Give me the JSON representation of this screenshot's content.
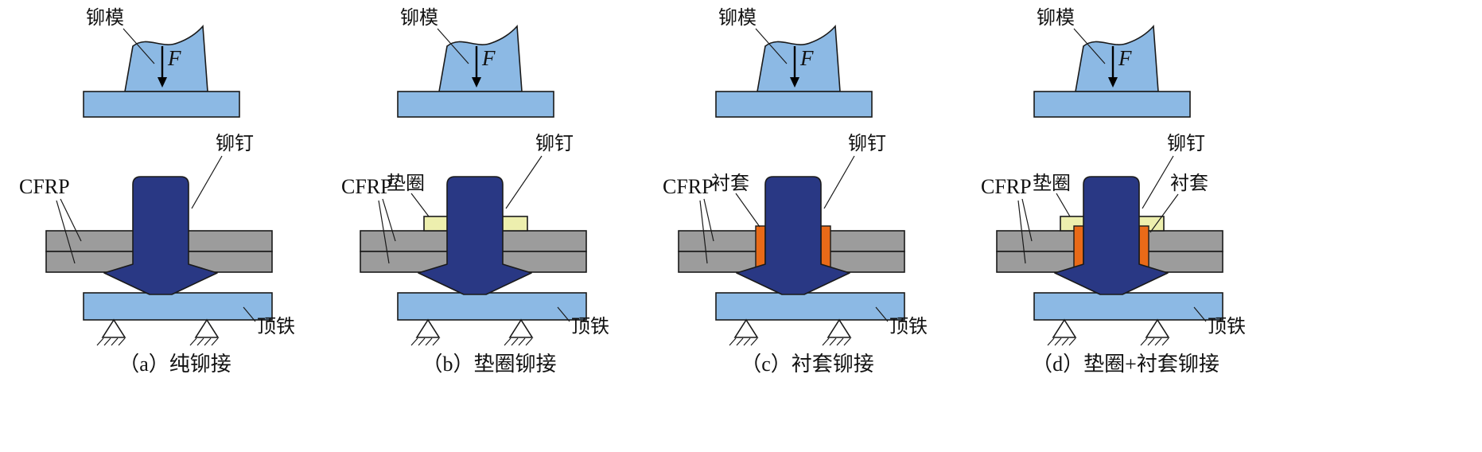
{
  "figure": {
    "labels": {
      "die": "铆模",
      "force": "F",
      "rivet": "铆钉",
      "cfrp": "CFRP",
      "anvil": "顶铁",
      "washer": "垫圈",
      "bushing": "衬套"
    },
    "panels": [
      {
        "key": "a",
        "caption": "（a）纯铆接",
        "has_washer": false,
        "has_bushing": false
      },
      {
        "key": "b",
        "caption": "（b）垫圈铆接",
        "has_washer": true,
        "has_bushing": false
      },
      {
        "key": "c",
        "caption": "（c）衬套铆接",
        "has_washer": false,
        "has_bushing": true
      },
      {
        "key": "d",
        "caption": "（d）垫圈+衬套铆接",
        "has_washer": true,
        "has_bushing": true
      }
    ],
    "colors": {
      "die_blue": "#8CB9E4",
      "rivet_navy": "#293884",
      "plate_gray": "#9C9C9C",
      "washer_yellow": "#EDEFAE",
      "bushing_orange": "#E96A18",
      "outline": "#1A1A1A"
    }
  }
}
